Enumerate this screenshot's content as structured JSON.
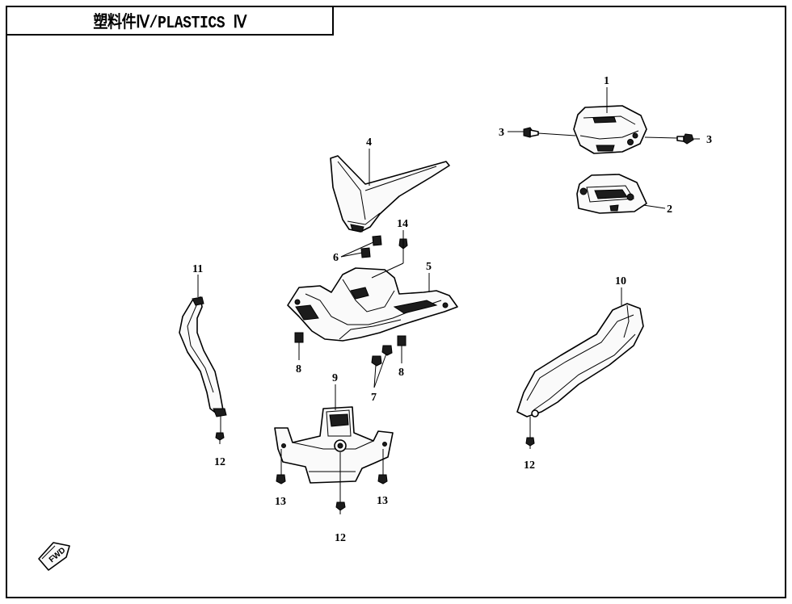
{
  "title": "塑料件Ⅳ/PLASTICS Ⅳ",
  "callouts": {
    "c1": "1",
    "c2": "2",
    "c3a": "3",
    "c3b": "3",
    "c4": "4",
    "c5": "5",
    "c6": "6",
    "c7": "7",
    "c8a": "8",
    "c8b": "8",
    "c9": "9",
    "c10": "10",
    "c11": "11",
    "c12a": "12",
    "c12b": "12",
    "c12c": "12",
    "c13a": "13",
    "c13b": "13",
    "c14": "14"
  },
  "forward_marker": "FWD"
}
